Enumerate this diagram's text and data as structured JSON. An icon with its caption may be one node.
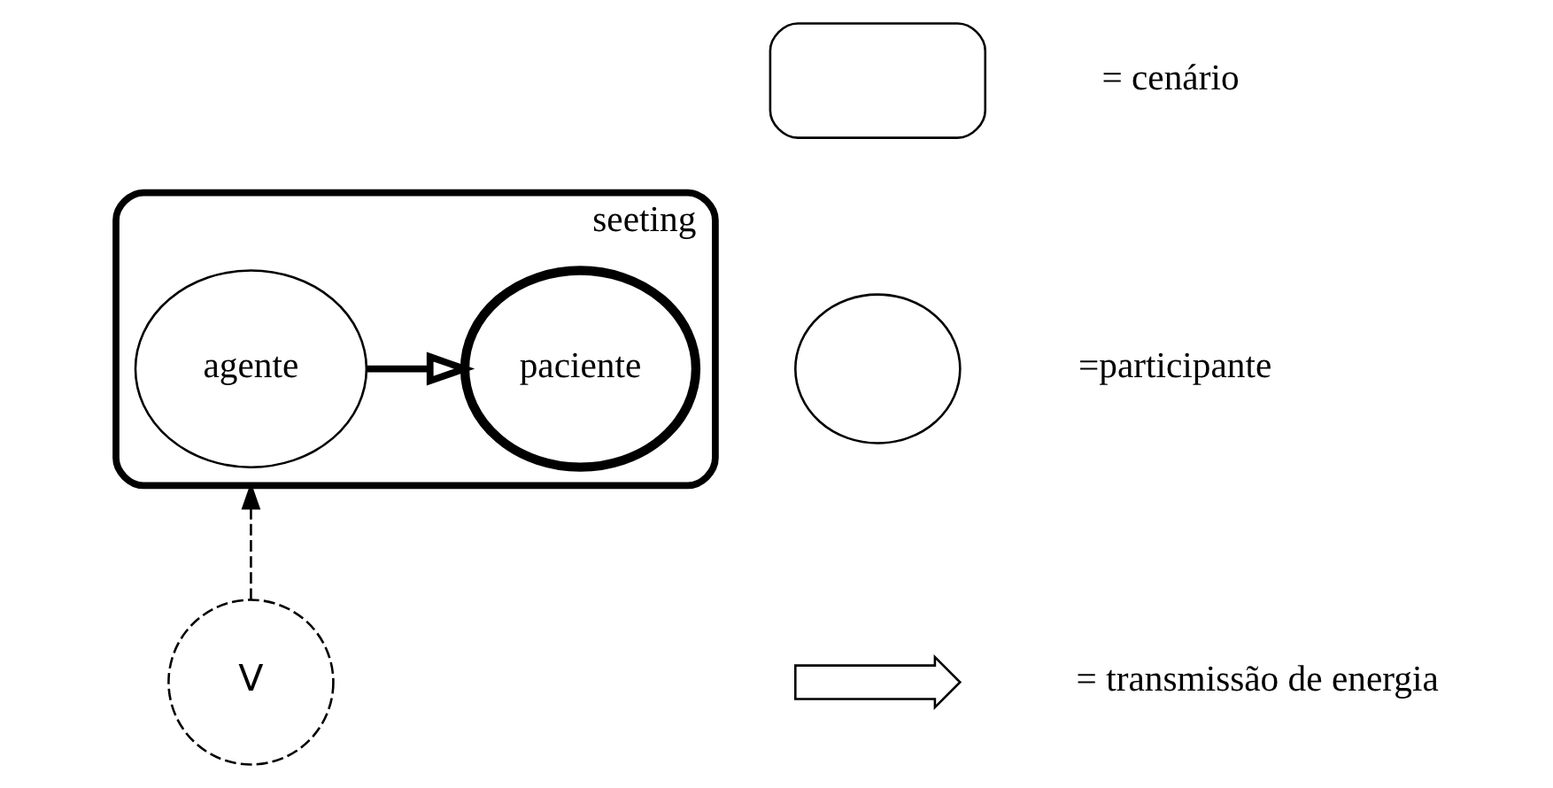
{
  "diagram": {
    "nodes": [
      {
        "text": [
          "seeting"
        ]
      },
      {
        "text": [
          "agente"
        ],
        "in": 0
      },
      {
        "text": [
          "paciente"
        ],
        "in": 0
      },
      {
        "text": [
          "V"
        ]
      },
      {
        "text": [],
        "shape": "box"
      },
      {
        "text": [],
        "shape": "circle"
      },
      {
        "text": [],
        "shape": "arrow"
      }
    ],
    "edges": [
      {
        "from": 1,
        "to": 2,
        "arrow": "to",
        "style": "thick"
      },
      {
        "from": 3,
        "to": 0,
        "arrow": "to",
        "style": "dashed"
      }
    ],
    "legend": [
      {
        "text": "= cenário"
      },
      {
        "text": "=participante"
      },
      {
        "text": "= transmissão de energia"
      }
    ]
  }
}
